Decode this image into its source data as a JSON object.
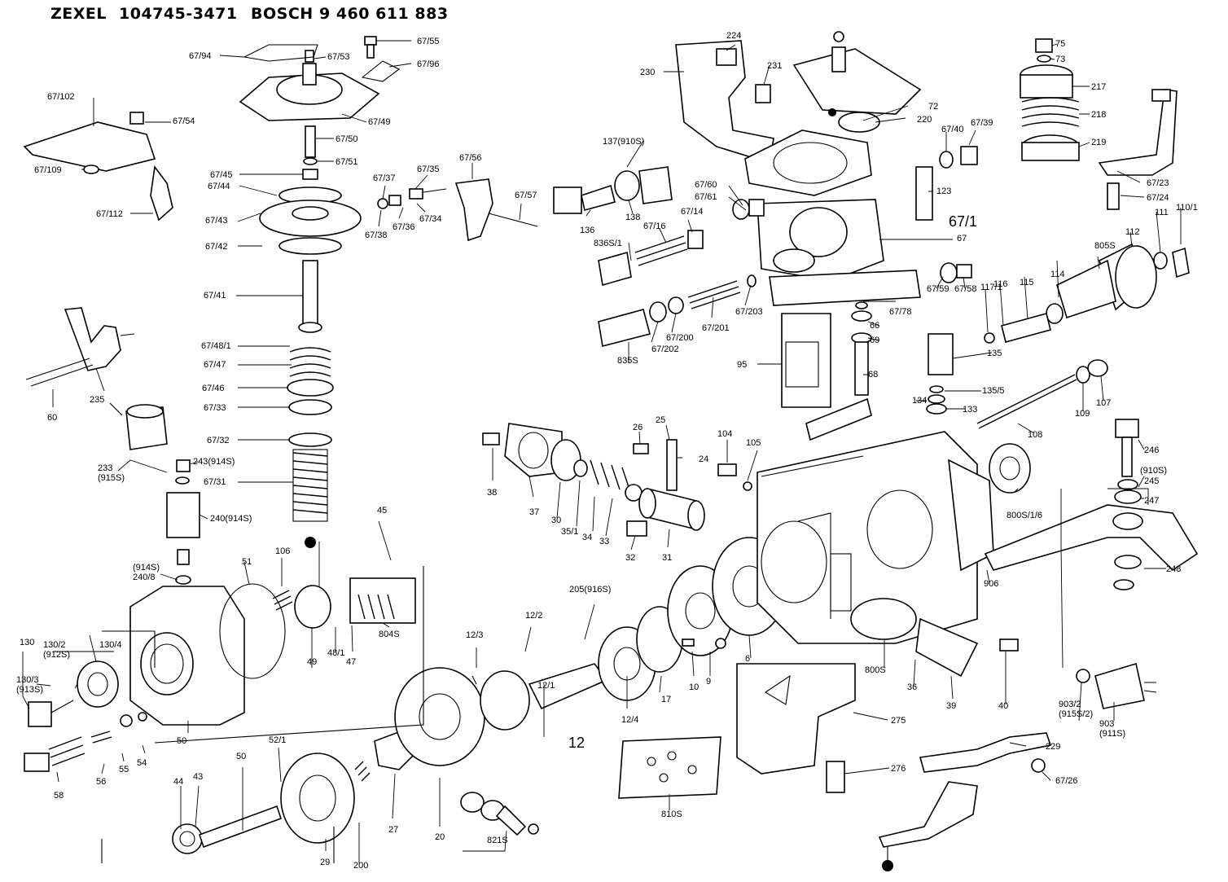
{
  "header": {
    "brand1": "ZEXEL",
    "partno1": "104745-3471",
    "brand2": "BOSCH",
    "partno2": "9 460 611 883"
  },
  "labels": [
    "67/94",
    "67/55",
    "67/53",
    "67/96",
    "67/102",
    "67/54",
    "67/49",
    "67/50",
    "67/51",
    "67/109",
    "67/45",
    "67/44",
    "67/112",
    "67/43",
    "67/42",
    "67/41",
    "67/48/1",
    "67/47",
    "67/46",
    "67/33",
    "67/32",
    "67/31",
    "67/56",
    "67/37",
    "67/35",
    "67/57",
    "67/36",
    "67/34",
    "67/38",
    "60",
    "235",
    "233\n(915S)",
    "243(914S)",
    "240(914S)",
    "(914S)\n240/8",
    "130",
    "130/2\n(912S)",
    "130/4",
    "130/3\n(913S)",
    "50",
    "51",
    "106",
    "45",
    "49",
    "48/1",
    "47",
    "804S",
    "58",
    "56",
    "55",
    "54",
    "44",
    "43",
    "50",
    "52/1",
    "29",
    "200",
    "27",
    "20",
    "821S",
    "12/3",
    "12/2",
    "12/1",
    "12/4",
    "205(916S)",
    "17",
    "10",
    "9",
    "6",
    "38",
    "37",
    "30",
    "35/1",
    "34",
    "33",
    "32",
    "31",
    "26",
    "25",
    "24",
    "104",
    "105",
    "224",
    "231",
    "230",
    "137(910S)",
    "136",
    "138",
    "67/60",
    "67/61",
    "836S/1",
    "67/16",
    "67/14",
    "72",
    "220",
    "67/40",
    "67/39",
    "123",
    "67",
    "835S",
    "67/202",
    "67/200",
    "67/201",
    "67/203",
    "67/78",
    "66",
    "69",
    "95",
    "68",
    "75",
    "73",
    "217",
    "218",
    "219",
    "67/23",
    "67/24",
    "110/1",
    "111",
    "112",
    "805S",
    "114",
    "115",
    "116",
    "117/1",
    "67/58",
    "67/59",
    "135",
    "135/5",
    "134",
    "133",
    "108",
    "109",
    "107",
    "246",
    "(910S)",
    "245",
    "247",
    "248",
    "800S/1/6",
    "906",
    "800S",
    "36",
    "39",
    "40",
    "903/2\n(915S/2)",
    "903\n(911S)",
    "275",
    "276",
    "810S",
    "229",
    "67/26"
  ],
  "sublabels": {
    "assembly67": "67/1",
    "assembly12": "12"
  }
}
